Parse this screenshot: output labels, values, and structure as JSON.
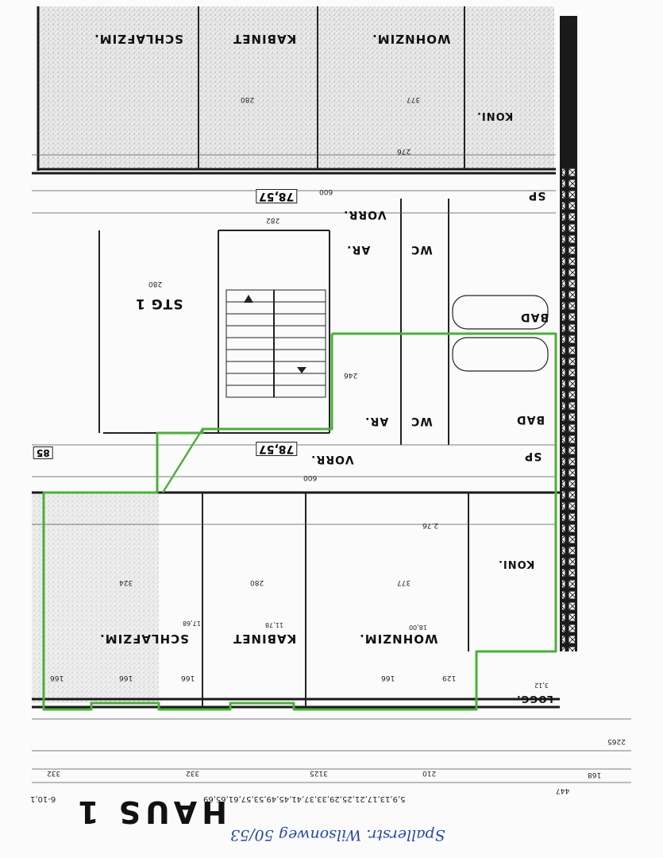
{
  "drawing": {
    "title": "HAUS 1",
    "top_number": "6-10,1",
    "apartment_list": "5,9,13,17,21,25,29,33,37,41,45,49,53,57,61,65,69",
    "handwritten_note": "Spallerstr. Wilsonweg 50/53",
    "colors": {
      "highlight": "#4caf3a",
      "ink": "#1a1a1a",
      "handwriting": "#2746a8"
    }
  },
  "rooms": {
    "wohnzim_top": "WOHNZIM.",
    "kabinet_top": "KABINET",
    "schlafzim_top": "SCHLAFZIM.",
    "koni_top": "KONI.",
    "vorr_top": "VORR.",
    "ar_top": "AR.",
    "wc_top": "WC",
    "bad_top": "BAD",
    "sp_top": "SP",
    "stg": "STG 1",
    "vorr_bottom": "VORR.",
    "ar_bottom": "AR.",
    "wc_bottom": "WC",
    "bad_bottom": "BAD",
    "sp_bottom": "SP",
    "koni_bottom": "KONI.",
    "wohnzim_bottom": "WOHNZIM.",
    "kabinet_bottom": "KABINET",
    "schlafzim_bottom": "SCHLAFZIM.",
    "logg": "LOGG."
  },
  "areas": {
    "box_top": "78,57",
    "box_bottom": "78,57",
    "box_left": "85"
  },
  "dimensions": {
    "d_377_top": "377",
    "d_280_top": "280",
    "d_276_top": "276",
    "d_600_top": "600",
    "d_282": "282",
    "d_280_stg": "280",
    "d_246": "246",
    "d_600_bottom": "600",
    "d_276_bottom": "2.76",
    "d_377_bottom": "377",
    "d_280_bottom": "280",
    "d_324": "324",
    "d_166a": "166",
    "d_166b": "166",
    "d_166c": "166",
    "d_166d": "166",
    "d_129": "129",
    "d_332a": "332",
    "d_332b": "332",
    "d_3125": "3125",
    "d_210": "210",
    "d_447": "447",
    "d_168": "168",
    "d_2265": "2265"
  },
  "room_sizes": {
    "wohnzim_bottom": "18,00",
    "kabinet_bottom": "11,78",
    "schlafzim_bottom": "17,68",
    "logg": "3,12"
  }
}
